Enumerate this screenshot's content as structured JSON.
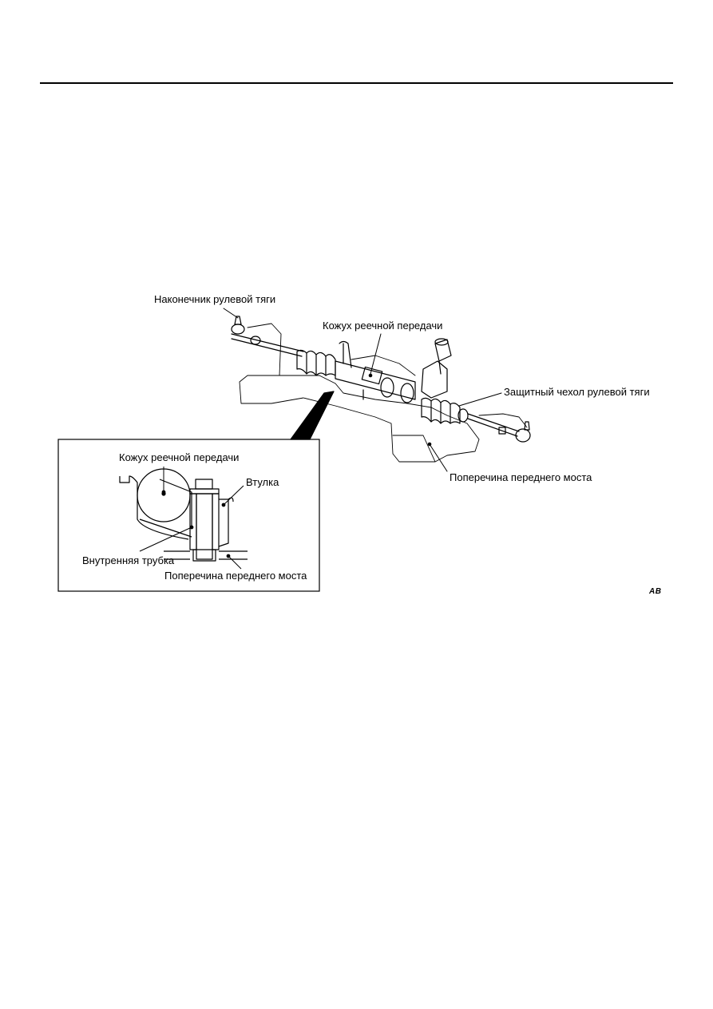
{
  "figure": {
    "labels": {
      "tie_rod_end": "Наконечник рулевой тяги",
      "rack_housing": "Кожух реечной передачи",
      "tie_rod_boot": "Защитный чехол рулевой тяги",
      "front_crossmember": "Поперечина переднего моста"
    },
    "detail": {
      "rack_housing": "Кожух реечной передачи",
      "bushing": "Втулка",
      "inner_tube": "Внутренняя трубка",
      "front_crossmember": "Поперечина переднего моста"
    },
    "code": "AB"
  }
}
